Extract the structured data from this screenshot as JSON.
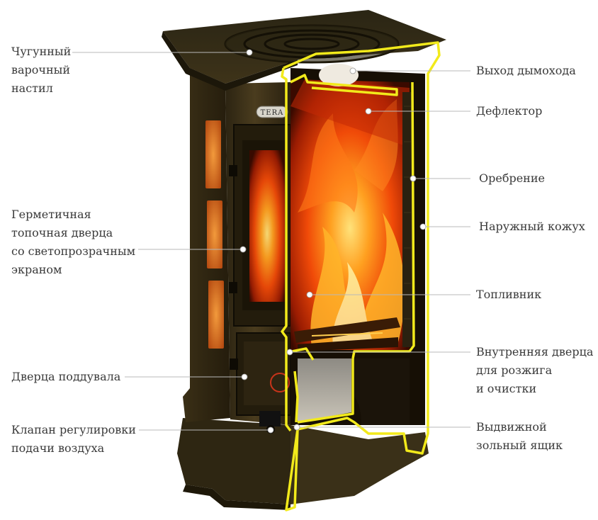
{
  "brand_plate": "TERA",
  "labels": {
    "cooktop": [
      "Чугунный",
      "варочный",
      "настил"
    ],
    "door": [
      "Герметичная",
      "топочная дверца",
      "со светопрозрачным",
      "экраном"
    ],
    "ash_door": [
      "Дверца поддувала"
    ],
    "valve": [
      "Клапан регулировки",
      "подачи воздуха"
    ],
    "flue": [
      "Выход дымохода"
    ],
    "deflector": [
      "Дефлектор"
    ],
    "fins": [
      "Оребрение"
    ],
    "casing": [
      "Наружный кожух"
    ],
    "firebox": [
      "Топливник"
    ],
    "inner_door": [
      "Внутренняя дверца",
      "для розжига",
      "и очистки"
    ],
    "ash_drawer": [
      "Выдвижной",
      "зольный ящик"
    ]
  },
  "colors": {
    "stove_body": "#3b3018",
    "section_outline": "#f2ea1b",
    "fire_core": "#ffd04a",
    "fire_mid": "#ff6a10",
    "fire_dark": "#8a1a02",
    "side_window": "#e07a22"
  }
}
